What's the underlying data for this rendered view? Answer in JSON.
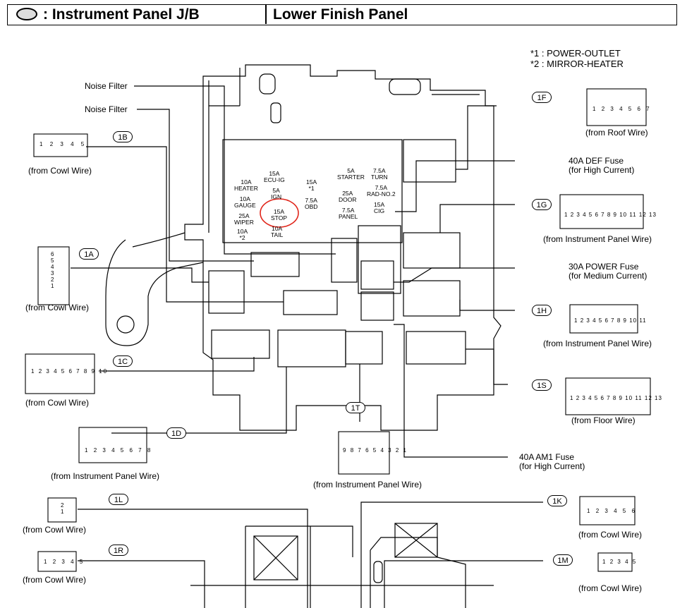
{
  "header": {
    "title_left": ": Instrument Panel J/B",
    "title_right": "Lower Finish Panel"
  },
  "notes": [
    "*1 : POWER-OUTLET",
    "*2 : MIRROR-HEATER"
  ],
  "labels": {
    "noise_filter_1": "Noise Filter",
    "noise_filter_2": "Noise Filter",
    "def_fuse": "40A DEF Fuse",
    "def_fuse_sub": "(for High Current)",
    "power_fuse": "30A POWER Fuse",
    "power_fuse_sub": "(for Medium Current)",
    "am1_fuse": "40A AM1 Fuse",
    "am1_fuse_sub": "(for High Current)"
  },
  "connectors": {
    "c1B": {
      "code": "1B",
      "source": "(from Cowl Wire)"
    },
    "c1A": {
      "code": "1A",
      "source": "(from Cowl Wire)"
    },
    "c1C": {
      "code": "1C",
      "source": "(from Cowl Wire)"
    },
    "c1D": {
      "code": "1D",
      "source": "(from Instrument Panel Wire)"
    },
    "c1T": {
      "code": "1T",
      "source": "(from Instrument Panel Wire)"
    },
    "c1F": {
      "code": "1F",
      "source": "(from Roof Wire)"
    },
    "c1G": {
      "code": "1G",
      "source": "(from Instrument Panel Wire)"
    },
    "c1H": {
      "code": "1H",
      "source": "(from Instrument Panel Wire)"
    },
    "c1S": {
      "code": "1S",
      "source": "(from Floor Wire)"
    },
    "c1L": {
      "code": "1L",
      "source": "(from Cowl Wire)"
    },
    "c1R": {
      "code": "1R",
      "source": "(from Cowl Wire)"
    },
    "c1K": {
      "code": "1K",
      "source": "(from Cowl Wire)"
    },
    "c1M": {
      "code": "1M",
      "source": "(from Cowl Wire)"
    }
  },
  "fuses": [
    {
      "amp": "15A",
      "name": "ECU-IG"
    },
    {
      "amp": "10A",
      "name": "HEATER"
    },
    {
      "amp": "15A",
      "name": "*1"
    },
    {
      "amp": "5A",
      "name": "IGN"
    },
    {
      "amp": "10A",
      "name": "GAUGE"
    },
    {
      "amp": "7.5A",
      "name": "OBD"
    },
    {
      "amp": "15A",
      "name": "STOP"
    },
    {
      "amp": "25A",
      "name": "WIPER"
    },
    {
      "amp": "10A",
      "name": "*2"
    },
    {
      "amp": "10A",
      "name": "TAIL"
    },
    {
      "amp": "5A",
      "name": "STARTER"
    },
    {
      "amp": "7.5A",
      "name": "TURN"
    },
    {
      "amp": "7.5A",
      "name": "RAD-NO.2"
    },
    {
      "amp": "25A",
      "name": "DOOR"
    },
    {
      "amp": "15A",
      "name": "CIG"
    },
    {
      "amp": "7.5A",
      "name": "PANEL"
    }
  ],
  "pins": {
    "c1B": [
      "1",
      "2",
      "3",
      "4",
      "5"
    ],
    "c1A": [
      "6",
      "5",
      "4",
      "3",
      "2",
      "1"
    ],
    "c1C": [
      "1",
      "2",
      "3",
      "4",
      "5",
      "6",
      "7",
      "8",
      "9",
      "10"
    ],
    "c1D": [
      "1",
      "2",
      "3",
      "4",
      "5",
      "6",
      "7",
      "8"
    ],
    "c1T": [
      "9",
      "8",
      "7",
      "6",
      "5",
      "4",
      "3",
      "2",
      "1"
    ],
    "c1F": [
      "1",
      "2",
      "3",
      "4",
      "5",
      "6",
      "7"
    ],
    "c1G": [
      "1",
      "2",
      "3",
      "4",
      "5",
      "6",
      "7",
      "8",
      "9",
      "10",
      "11",
      "12",
      "13"
    ],
    "c1H": [
      "1",
      "2",
      "3",
      "4",
      "5",
      "6",
      "7",
      "8",
      "9",
      "10",
      "11"
    ],
    "c1S": [
      "1",
      "2",
      "3",
      "4",
      "5",
      "6",
      "7",
      "8",
      "9",
      "10",
      "11",
      "12",
      "13"
    ],
    "c1L": [
      "2",
      "1"
    ],
    "c1R": [
      "1",
      "2",
      "3",
      "4",
      "5"
    ],
    "c1K": [
      "1",
      "2",
      "3",
      "4",
      "5",
      "6"
    ],
    "c1M": [
      "1",
      "2",
      "3",
      "4",
      "5"
    ]
  },
  "highlight_color": "#e0261b"
}
